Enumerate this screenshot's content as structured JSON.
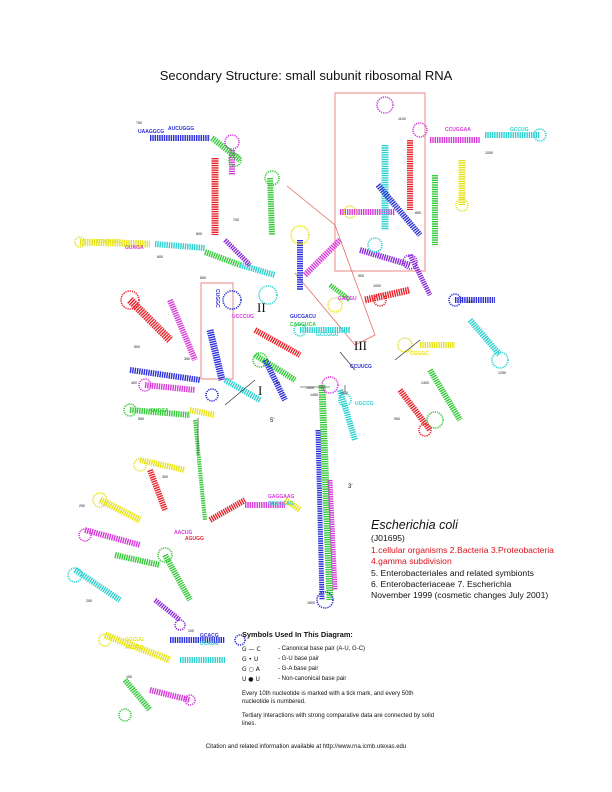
{
  "title": "Secondary Structure: small subunit ribosomal RNA",
  "domain_labels": {
    "I": "I",
    "II": "II",
    "III": "III"
  },
  "ends": {
    "five_prime": "5'",
    "three_prime": "3'"
  },
  "organism": {
    "species": "Escherichia coli",
    "accession": "(J01695)",
    "lineage_red_1": "1.cellular organisms 2.Bacteria 3.Proteobacteria",
    "lineage_red_2": "4.gamma subdivision",
    "lineage_3": "5. Enterobacteriales and related symbionts",
    "lineage_4": "6. Enterobacteriaceae 7. Escherichia",
    "date": "November 1999 (cosmetic changes July 2001)"
  },
  "legend": {
    "heading": "Symbols Used In This Diagram:",
    "items": [
      {
        "symbol": "G — C",
        "text": "- Canonical base pair (A-U, G-C)"
      },
      {
        "symbol": "G • U",
        "text": "- G-U base pair"
      },
      {
        "symbol": "G ○ A",
        "text": "- G-A base pair"
      },
      {
        "symbol": "U ● U",
        "text": "- Non-canonical base pair"
      }
    ],
    "note1": "Every 10th nucleotide is marked with a tick mark, and every 50th nucleotide is numbered.",
    "note2": "Tertiary interactions with strong comparative data are connected by solid lines."
  },
  "citation": "Citation and related information available at http://www.rna.icmb.utexas.edu",
  "number_labels": {
    "n750": "750",
    "n1100": "1100",
    "n1050": "1050",
    "n850": "850",
    "n700": "700",
    "n800": "800",
    "n600": "600",
    "n900": "900",
    "n1200": "1200",
    "n650": "650",
    "n1000": "1000",
    "n1250": "1250",
    "n1300": "1300",
    "n950": "950",
    "n500": "500",
    "n400": "400",
    "n1400": "1400",
    "n1450": "1450",
    "n1350": "1350",
    "n350": "350",
    "n550": "550",
    "n300": "300",
    "n250": "250",
    "n200": "200",
    "n100": "100",
    "n150": "150",
    "n1500": "1500",
    "n50": "50"
  },
  "segments": {
    "s1": "UAAGGCG",
    "s2": "AUCUGGG",
    "s3": "CCUGGAA",
    "s4": "GCCUG",
    "s5": "CGCAUCU",
    "s6": "GUAGA",
    "s7": "GUCGACU",
    "s8": "CAGGUCA",
    "s9": "GCCGGU",
    "s10": "CCUUCG",
    "s11": "GAGGAAG",
    "s12": "CCAGCAG",
    "s13": "GCACG",
    "s14": "UCAGG",
    "s15": "GGCUG",
    "s16": "ACUGG",
    "s17": "CUGGC",
    "s18": "GACGU",
    "s19": "GUGCA",
    "s20": "AGUGG",
    "s21": "UCCCUG",
    "s22": "CGGGC",
    "s23": "UGCCG",
    "s24": "AACUG"
  },
  "colors": {
    "red": "#e8232a",
    "magenta": "#d63ad8",
    "blue": "#2b2fd8",
    "cyan": "#2ed0d0",
    "green": "#35c93a",
    "yellow": "#e6e21a",
    "purple": "#8a2bd8",
    "pink": "#f06cc8",
    "darkblue": "#1a2a9a",
    "box": "#e86a6a"
  }
}
